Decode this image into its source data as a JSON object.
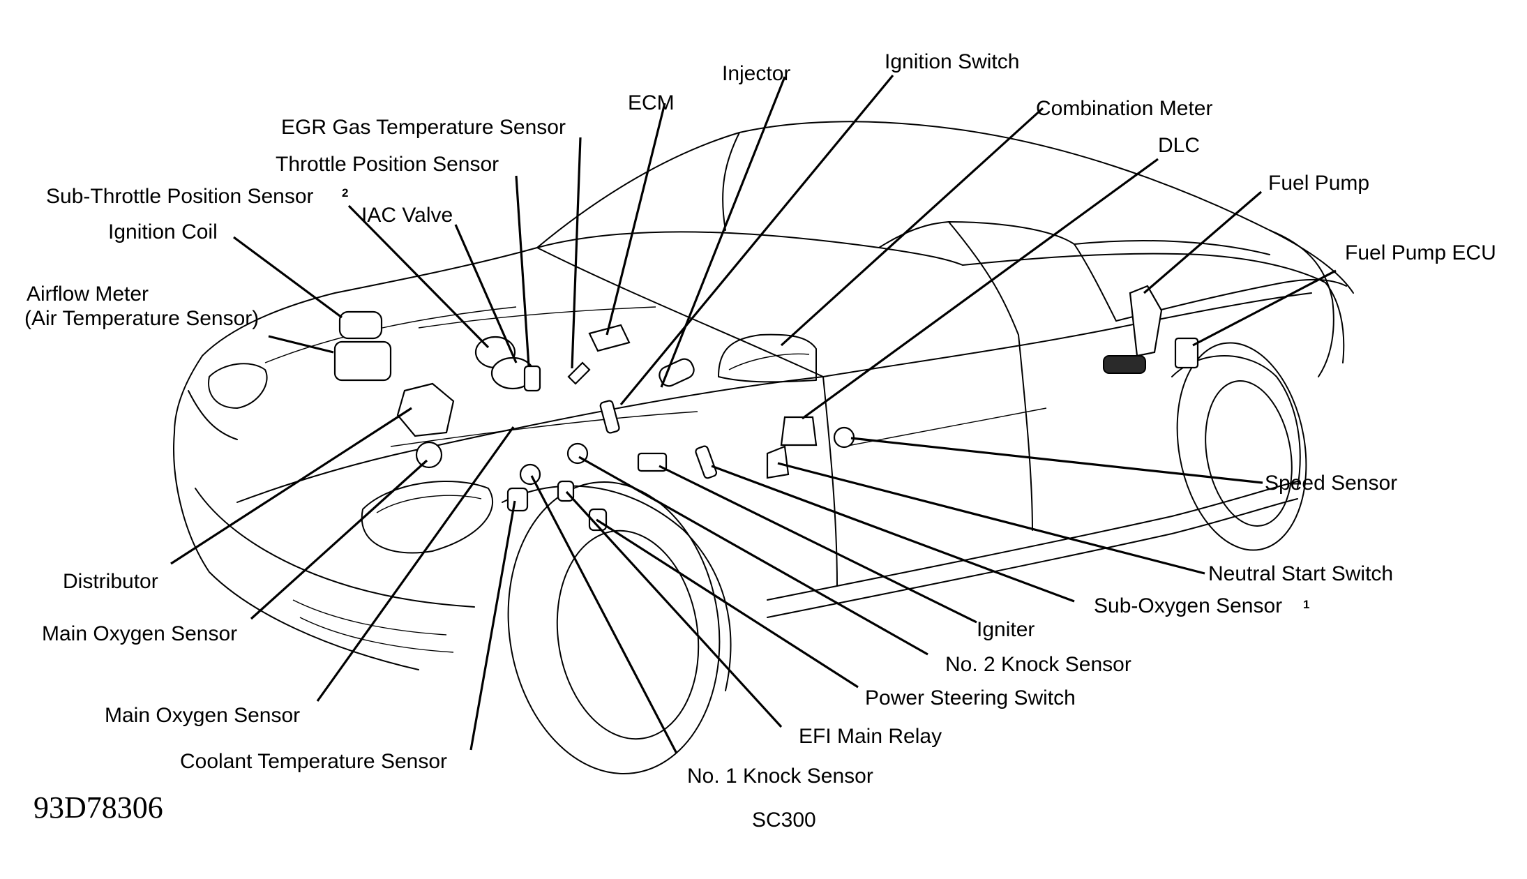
{
  "diagram": {
    "figure_code": "93D78306",
    "model": "SC300",
    "components": [
      {
        "id": "injector",
        "label": "Injector"
      },
      {
        "id": "ignition-switch",
        "label": "Ignition Switch"
      },
      {
        "id": "ecm",
        "label": "ECM"
      },
      {
        "id": "combination-meter",
        "label": "Combination Meter"
      },
      {
        "id": "egr-gas-temp-sensor",
        "label": "EGR Gas Temperature Sensor"
      },
      {
        "id": "dlc",
        "label": "DLC"
      },
      {
        "id": "throttle-position-sensor",
        "label": "Throttle Position Sensor"
      },
      {
        "id": "fuel-pump",
        "label": "Fuel Pump"
      },
      {
        "id": "sub-throttle-position-sensor",
        "label": "Sub-Throttle Position Sensor",
        "footnote": "2"
      },
      {
        "id": "iac-valve",
        "label": "IAC Valve"
      },
      {
        "id": "ignition-coil",
        "label": "Ignition Coil"
      },
      {
        "id": "fuel-pump-ecu",
        "label": "Fuel Pump ECU"
      },
      {
        "id": "airflow-meter",
        "label": "Airflow Meter",
        "label_line2": "(Air Temperature Sensor)"
      },
      {
        "id": "speed-sensor",
        "label": "Speed Sensor"
      },
      {
        "id": "distributor",
        "label": "Distributor"
      },
      {
        "id": "neutral-start-switch",
        "label": "Neutral Start Switch"
      },
      {
        "id": "sub-oxygen-sensor",
        "label": "Sub-Oxygen Sensor",
        "footnote": "1"
      },
      {
        "id": "main-oxygen-sensor-1",
        "label": "Main Oxygen Sensor"
      },
      {
        "id": "igniter",
        "label": "Igniter"
      },
      {
        "id": "no2-knock-sensor",
        "label": "No. 2 Knock Sensor"
      },
      {
        "id": "main-oxygen-sensor-2",
        "label": "Main Oxygen Sensor"
      },
      {
        "id": "power-steering-switch",
        "label": "Power Steering Switch"
      },
      {
        "id": "efi-main-relay",
        "label": "EFI Main Relay"
      },
      {
        "id": "coolant-temp-sensor",
        "label": "Coolant Temperature Sensor"
      },
      {
        "id": "no1-knock-sensor",
        "label": "No. 1 Knock Sensor"
      }
    ]
  }
}
